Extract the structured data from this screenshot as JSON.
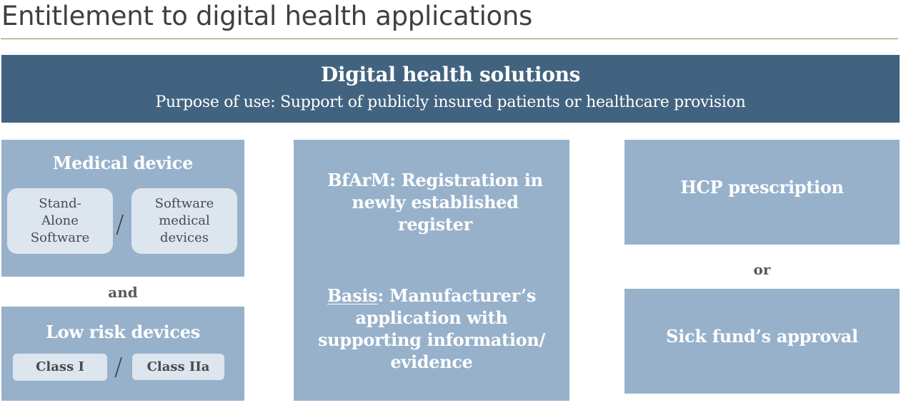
{
  "page": {
    "title": "Entitlement to digital health applications"
  },
  "banner": {
    "title": "Digital health solutions",
    "subtitle": "Purpose of use: Support of publicly insured patients or healthcare provision"
  },
  "left_column": {
    "medical_device": {
      "title": "Medical device",
      "options": [
        {
          "label_lines": [
            "Stand-",
            "Alone",
            "Software"
          ]
        },
        {
          "label_lines": [
            "Software",
            "medical",
            "devices"
          ]
        }
      ],
      "separator": "/"
    },
    "connector": "and",
    "low_risk": {
      "title": "Low risk devices",
      "options": [
        {
          "label": "Class I"
        },
        {
          "label": "Class IIa"
        }
      ],
      "separator": "/"
    }
  },
  "middle_column": {
    "registration_lines": [
      "BfArM: Registration in",
      "newly established",
      "register"
    ],
    "basis_label": "Basis",
    "basis_rest_first_line": ": Manufacturer’s",
    "basis_lines": [
      "application with",
      "supporting information/",
      "evidence"
    ]
  },
  "right_column": {
    "prescription": "HCP  prescription",
    "connector": "or",
    "approval": "Sick fund’s approval"
  },
  "colors": {
    "banner_bg": "#41637f",
    "box_bg": "#97b1cb",
    "pill_bg": "#dde5ef",
    "rule": "#6aa121",
    "title_text": "#404040",
    "connector_text": "#595959"
  }
}
